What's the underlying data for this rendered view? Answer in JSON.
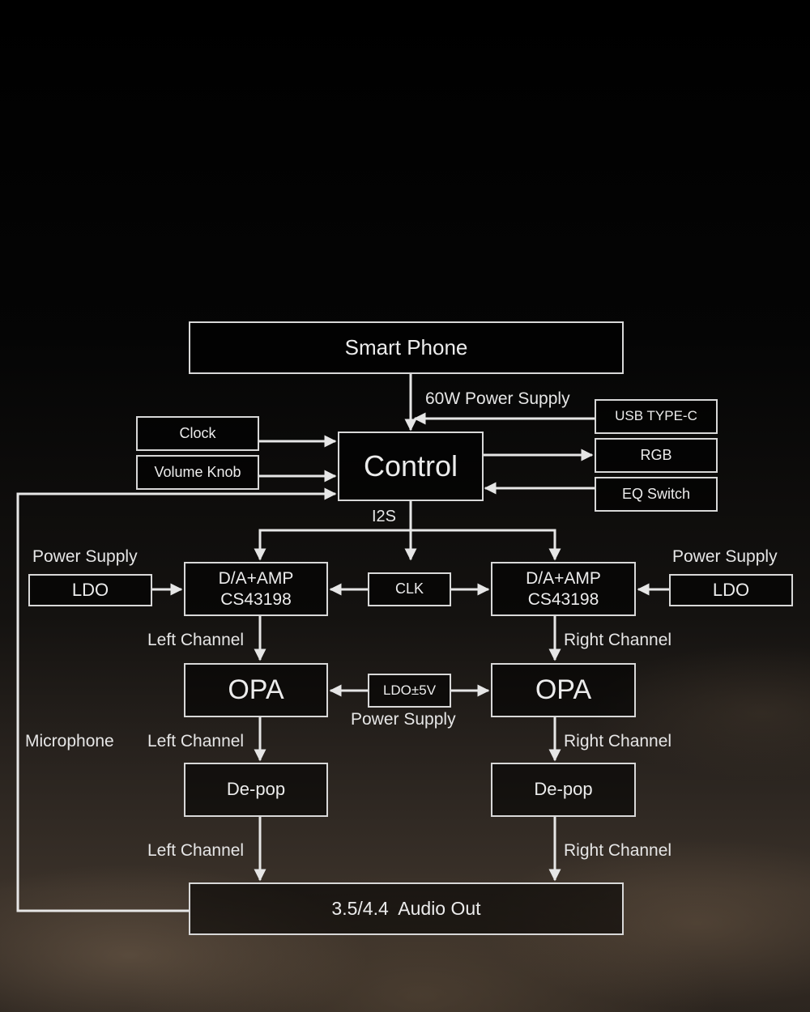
{
  "blocks": {
    "smart_phone": "Smart Phone",
    "control": "Control",
    "clock": "Clock",
    "volume_knob": "Volume Knob",
    "usb_type_c": "USB TYPE-C",
    "rgb": "RGB",
    "eq_switch": "EQ Switch",
    "ldo_left": "LDO",
    "ldo_right": "LDO",
    "dac_left_line1": "D/A+AMP",
    "dac_left_line2": "CS43198",
    "dac_right_line1": "D/A+AMP",
    "dac_right_line2": "CS43198",
    "clk": "CLK",
    "opa_left": "OPA",
    "opa_right": "OPA",
    "ldo_pm5v": "LDO±5V",
    "depop_left": "De-pop",
    "depop_right": "De-pop",
    "audio_out": "3.5/4.4  Audio Out"
  },
  "labels": {
    "power_60w": "60W Power Supply",
    "i2s": "I2S",
    "power_supply_left": "Power Supply",
    "power_supply_right": "Power Supply",
    "power_supply_center": "Power Supply",
    "left_channel_1": "Left Channel",
    "left_channel_2": "Left Channel",
    "left_channel_3": "Left Channel",
    "right_channel_1": "Right Channel",
    "right_channel_2": "Right Channel",
    "right_channel_3": "Right Channel",
    "microphone": "Microphone"
  }
}
